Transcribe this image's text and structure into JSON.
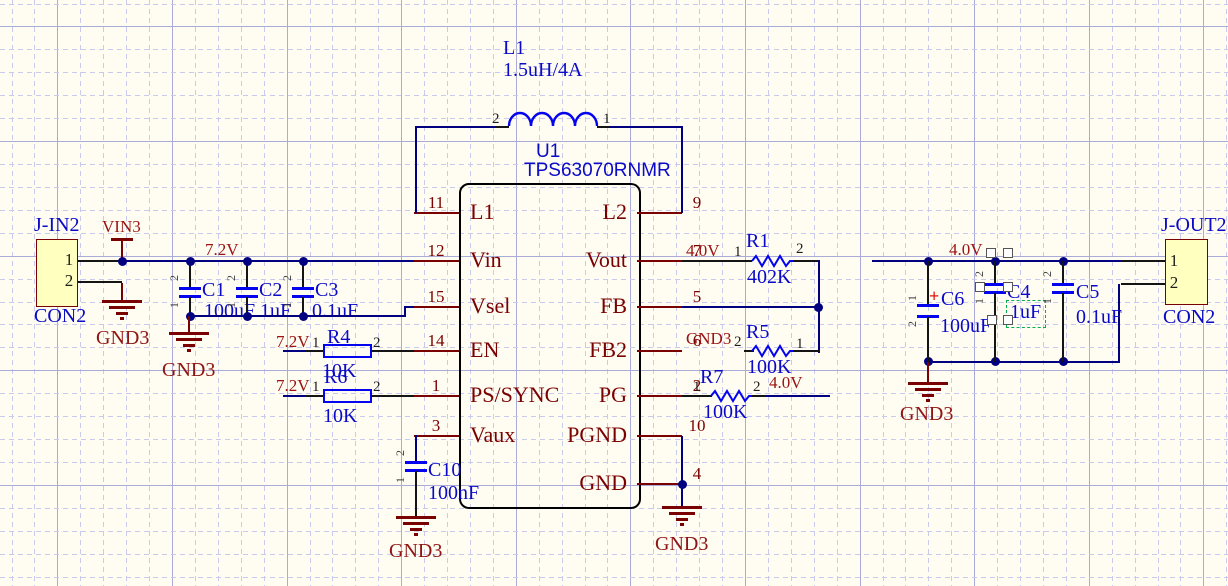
{
  "ic": {
    "designator": "U1",
    "part_number": "TPS63070RNMR",
    "pins_left": [
      {
        "num": "11",
        "name": "L1"
      },
      {
        "num": "12",
        "name": "Vin"
      },
      {
        "num": "15",
        "name": "Vsel"
      },
      {
        "num": "14",
        "name": "EN"
      },
      {
        "num": "1",
        "name": "PS/SYNC"
      },
      {
        "num": "3",
        "name": "Vaux"
      }
    ],
    "pins_right": [
      {
        "num": "9",
        "name": "L2"
      },
      {
        "num": "7",
        "name": "Vout"
      },
      {
        "num": "5",
        "name": "FB"
      },
      {
        "num": "6",
        "name": "FB2"
      },
      {
        "num": "2",
        "name": "PG"
      },
      {
        "num": "10",
        "name": "PGND"
      },
      {
        "num": "4",
        "name": "GND"
      }
    ]
  },
  "inductor": {
    "ref": "L1",
    "value": "1.5uH/4A",
    "pin_left": "2",
    "pin_right": "1"
  },
  "connectors": {
    "in": {
      "ref": "J-IN2",
      "part": "CON2",
      "pin1": "1",
      "pin2": "2"
    },
    "out": {
      "ref": "J-OUT2",
      "part": "CON2",
      "pin1": "1",
      "pin2": "2"
    }
  },
  "nets": {
    "vin": "7.2V",
    "vout": "4.0V",
    "gnd": "GND3",
    "vin_port": "VIN3"
  },
  "caps": {
    "C1": {
      "ref": "C1",
      "value": "100uF",
      "p1": "1",
      "p2": "2"
    },
    "C2": {
      "ref": "C2",
      "value": "1uF",
      "p1": "1",
      "p2": "2"
    },
    "C3": {
      "ref": "C3",
      "value": "0.1uF",
      "p1": "1",
      "p2": "2"
    },
    "C4": {
      "ref": "C4",
      "value": "1uF",
      "p1": "1",
      "p2": "2"
    },
    "C5": {
      "ref": "C5",
      "value": "0.1uF",
      "p1": "1",
      "p2": "2"
    },
    "C6": {
      "ref": "C6",
      "value": "100uF",
      "p1": "1",
      "p2": "2",
      "polarity": "+"
    },
    "C10": {
      "ref": "C10",
      "value": "100nF",
      "p1": "1",
      "p2": "2"
    }
  },
  "resistors": {
    "R1": {
      "ref": "R1",
      "value": "402K",
      "p1": "1",
      "p2": "2"
    },
    "R4": {
      "ref": "R4",
      "value": "10K",
      "p1": "1",
      "p2": "2"
    },
    "R5": {
      "ref": "R5",
      "value": "100K",
      "p1": "1",
      "p2": "2"
    },
    "R6": {
      "ref": "R6",
      "value": "10K",
      "p1": "1",
      "p2": "2"
    },
    "R7": {
      "ref": "R7",
      "value": "100K",
      "p1": "1",
      "p2": "2"
    }
  },
  "colors": {
    "wire": "#000080",
    "component_graphic": "#0404EE",
    "designator_text": "#0A0AC8",
    "pin": "#7A0101",
    "net_label": "#9A1212",
    "connector_fill": "#FFFFC0",
    "background": "#FFFCF1",
    "grid_minor": "#CACAEC",
    "grid_major": "#ABABD8",
    "selection_box": "#00B050"
  }
}
